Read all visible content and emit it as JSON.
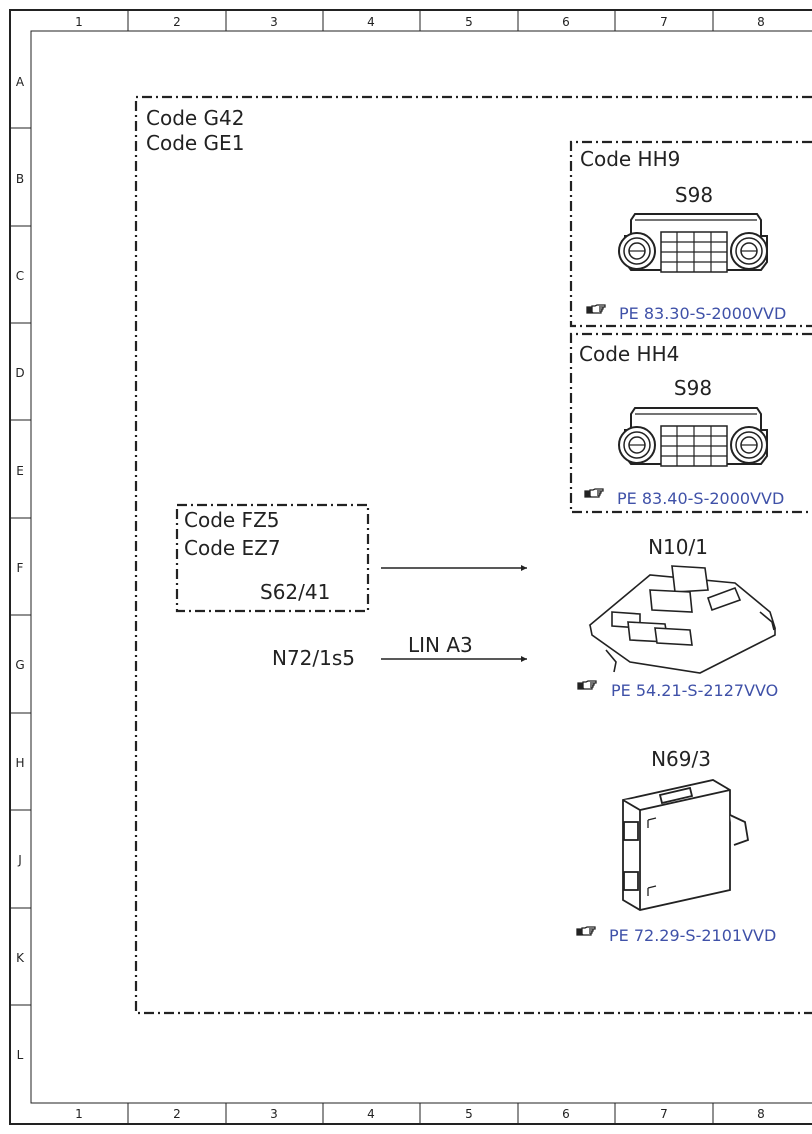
{
  "grid": {
    "columns": [
      "1",
      "2",
      "3",
      "4",
      "5",
      "6",
      "7",
      "8"
    ],
    "rows": [
      "A",
      "B",
      "C",
      "D",
      "E",
      "F",
      "G",
      "H",
      "J",
      "K",
      "L"
    ]
  },
  "outer_box": {
    "codes": [
      "Code G42",
      "Code GE1"
    ]
  },
  "box_hh9": {
    "code": "Code HH9",
    "component": "S98",
    "reference": "PE 83.30-S-2000VVD"
  },
  "box_hh4": {
    "code": "Code HH4",
    "component": "S98",
    "reference": "PE 83.40-S-2000VVD"
  },
  "box_fz5": {
    "codes": [
      "Code FZ5",
      "Code EZ7"
    ],
    "component": "S62/41"
  },
  "n72": {
    "label": "N72/1s5",
    "bus": "LIN A3"
  },
  "n10": {
    "label": "N10/1",
    "reference": "PE 54.21-S-2127VVO"
  },
  "n69": {
    "label": "N69/3",
    "reference": "PE 72.29-S-2101VVD"
  },
  "colors": {
    "reference": "#3f51a8",
    "line": "#222222"
  },
  "icons": {
    "reference": "pointing-hand-icon"
  }
}
